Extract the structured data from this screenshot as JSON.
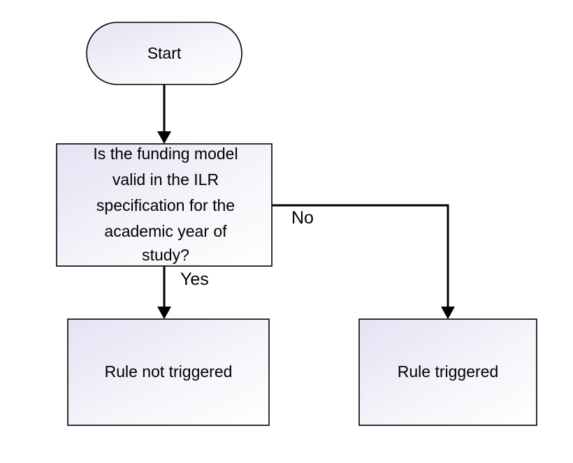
{
  "nodes": {
    "start": {
      "label": "Start"
    },
    "decision": {
      "lines": [
        "Is the funding model",
        "valid in the ILR",
        "specification for the",
        "academic year of",
        "study?"
      ]
    },
    "not_triggered": {
      "label": "Rule not triggered"
    },
    "triggered": {
      "label": "Rule triggered"
    }
  },
  "edges": {
    "yes_label": "Yes",
    "no_label": "No"
  },
  "colors": {
    "shape_fill_light": "#ffffff",
    "shape_fill_tint": "#e3e3f4",
    "stroke": "#000000"
  }
}
